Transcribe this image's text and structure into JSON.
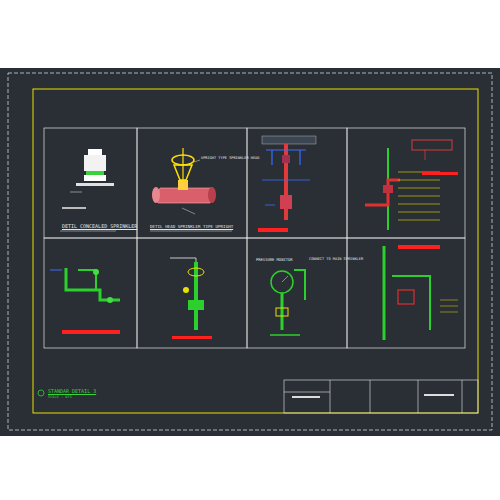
{
  "diagram": {
    "labels": [
      "DETIL CONCEALED SPRINKLER",
      "DETIL HEAD SPRINKLER TIPE UPRIGHT",
      "UPRIGHT TYPE SPRINKLER HEAD",
      "PRESSURE MONITOR",
      "CONNECT TO MAIN SPRINKLER",
      "STANDAR DETAIL 3",
      "SCALE : NTS"
    ]
  }
}
